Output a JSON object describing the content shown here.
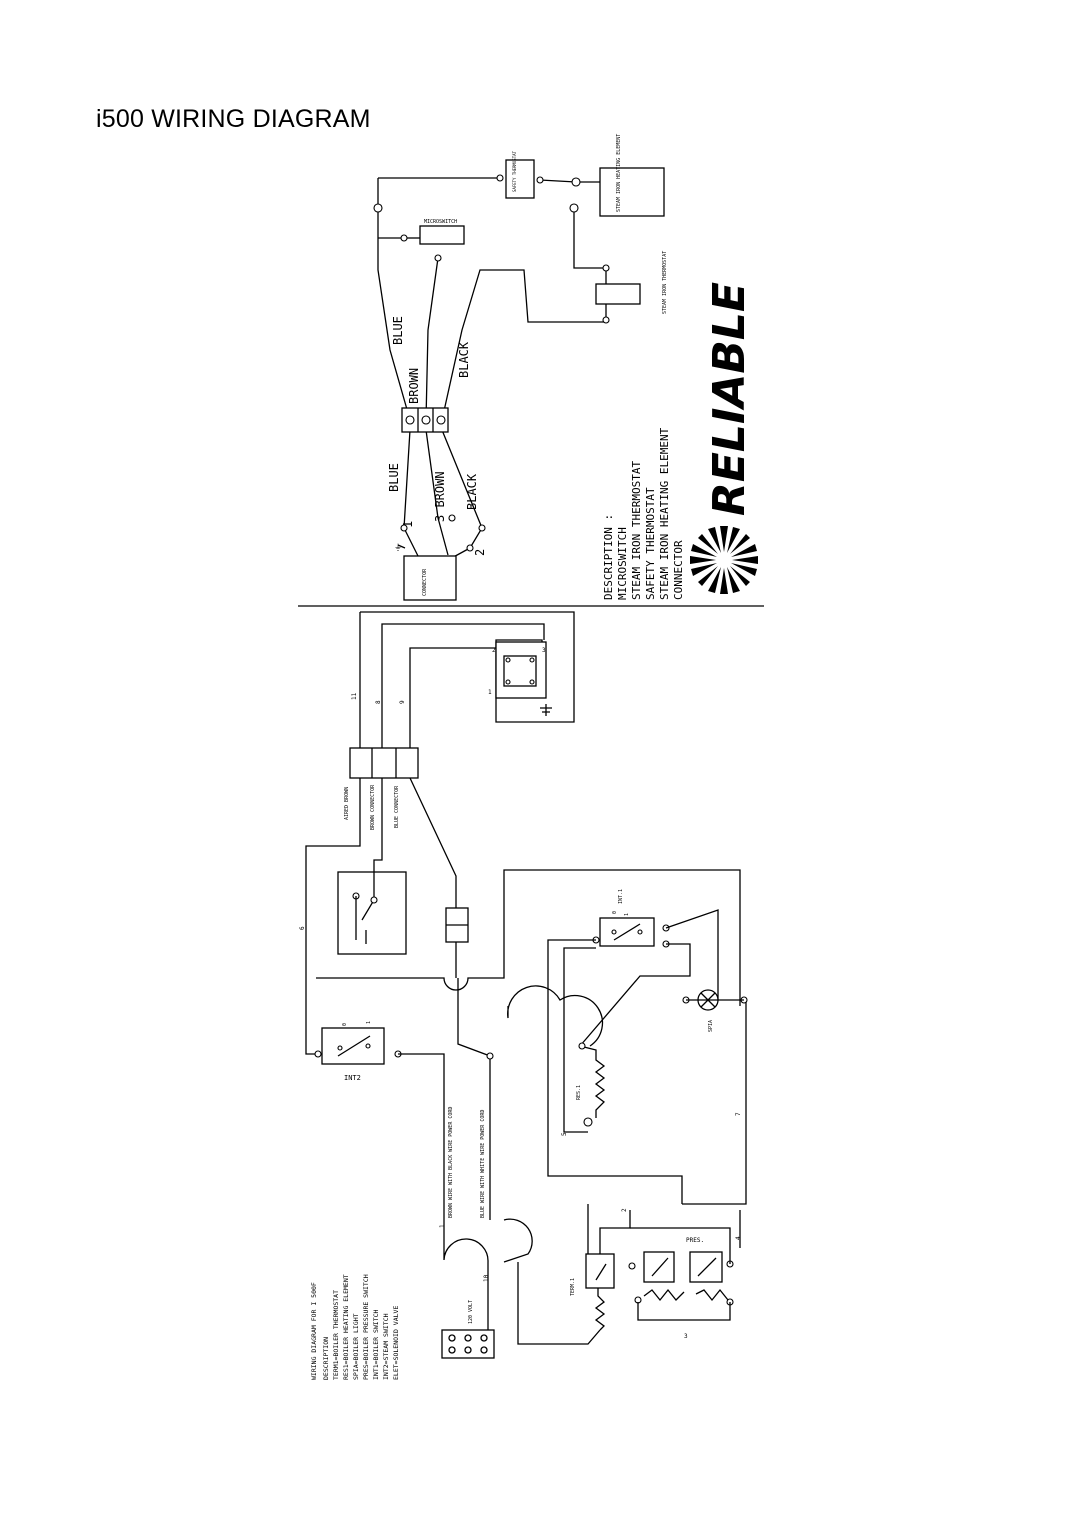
{
  "title": "i500 WIRING DIAGRAM",
  "upper_diagram": {
    "components": {
      "safety_thermostat": "SAFETY THERMOSTAT",
      "microswitch": "MICROSWITCH",
      "heating_element": "STEAM IRON HEATING ELEMENT",
      "iron_thermostat": "STEAM IRON THERMOSTAT",
      "connector": "CONNECTOR"
    },
    "wire_labels": {
      "blue_top": "BLUE",
      "brown_top": "BROWN",
      "black_top": "BLACK",
      "blue_low": "BLUE",
      "brown_low": "3 BROWN",
      "black_low": "BLACK",
      "pin1": "1",
      "pin2": "2"
    },
    "description": [
      "DESCRIPTION :",
      "MICROSWITCH",
      "STEAM IRON THERMOSTAT",
      "SAFETY THERMOSTAT",
      "STEAM IRON HEATING ELEMENT",
      "CONNECTOR"
    ],
    "logo_text": "RELIABLE"
  },
  "lower_diagram": {
    "connector_labels": {
      "aired_brown": "AIRED BROWN",
      "brown_connector": "BROWN CONNECTOR",
      "blue_connector": "BLUE CONNECTOR"
    },
    "wire_numbers": {
      "n11": "11",
      "n8": "8",
      "n9": "9",
      "n6": "6",
      "n1": "1",
      "n10": "10",
      "n7": "7",
      "n5": "5",
      "n2": "2",
      "n4": "4",
      "n3": "3"
    },
    "switch_pins": {
      "a": "1",
      "b": "2",
      "c": "3"
    },
    "component_labels": {
      "int1": "INT.1",
      "int1_zero": "0",
      "int1_one": "1",
      "int2": "INT2",
      "int2_zero": "0",
      "int2_one": "1",
      "res1": "RES.1",
      "spia": "SPIA",
      "term1": "TERM.1",
      "pres": "PRES.",
      "volt": "120 VOLT"
    },
    "cords": {
      "brown": "BROWN WIRE WITH BLACK WIRE POWER CORD",
      "blue": "BLUE WIRE WITH WHITE WIRE POWER CORD"
    },
    "legend": [
      "WIRING DIAGRAM FOR I 500F",
      "DESCRIPTION",
      "TERM1=BOILER THERMOSTAT",
      "RES1=BOILER HEATING ELEMENT",
      "SPIA=BOILER LIGHT",
      "PRES=BOILER PRESSURE SWITCH",
      "INT1=BOILER SWITCH",
      "INT2=STEAM SWITCH",
      "ELET=SOLENOID VALVE"
    ]
  }
}
